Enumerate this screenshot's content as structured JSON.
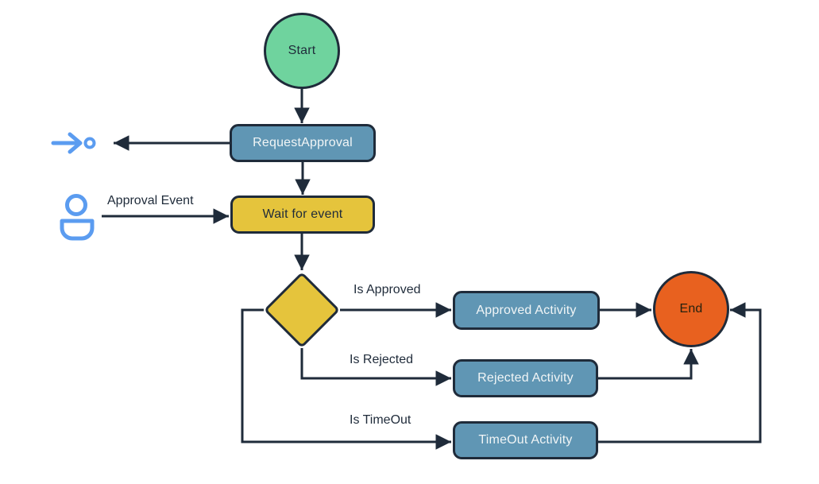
{
  "diagram": {
    "type": "workflow-flowchart",
    "background": "#FFFFFF",
    "colors": {
      "edge_and_border": "#1F2B3A",
      "start_fill": "#6FD39E",
      "activity_fill": "#6096B4",
      "event_fill": "#E5C43C",
      "gateway_fill": "#E5C43C",
      "end_fill": "#E8611F",
      "activity_text": "#F1F5F6",
      "dark_text": "#1F2B3A",
      "icon_blue": "#5B9CF0"
    },
    "nodes": {
      "start": {
        "label": "Start",
        "shape": "circle"
      },
      "request_approval": {
        "label": "RequestApproval",
        "shape": "rounded-rect"
      },
      "wait_for_event": {
        "label": "Wait for event",
        "shape": "rounded-rect"
      },
      "decision": {
        "label": "",
        "shape": "diamond"
      },
      "approved_activity": {
        "label": "Approved Activity",
        "shape": "rounded-rect"
      },
      "rejected_activity": {
        "label": "Rejected Activity",
        "shape": "rounded-rect"
      },
      "timeout_activity": {
        "label": "TimeOut Activity",
        "shape": "rounded-rect"
      },
      "end": {
        "label": "End",
        "shape": "circle"
      }
    },
    "edge_labels": {
      "approval_event": "Approval Event",
      "is_approved": "Is Approved",
      "is_rejected": "Is Rejected",
      "is_timeout": "Is TimeOut"
    },
    "icons": [
      {
        "name": "arrow-to-circle-icon",
        "meaning": "outbound call / send trigger"
      },
      {
        "name": "person-icon",
        "meaning": "human approval event source"
      }
    ]
  }
}
